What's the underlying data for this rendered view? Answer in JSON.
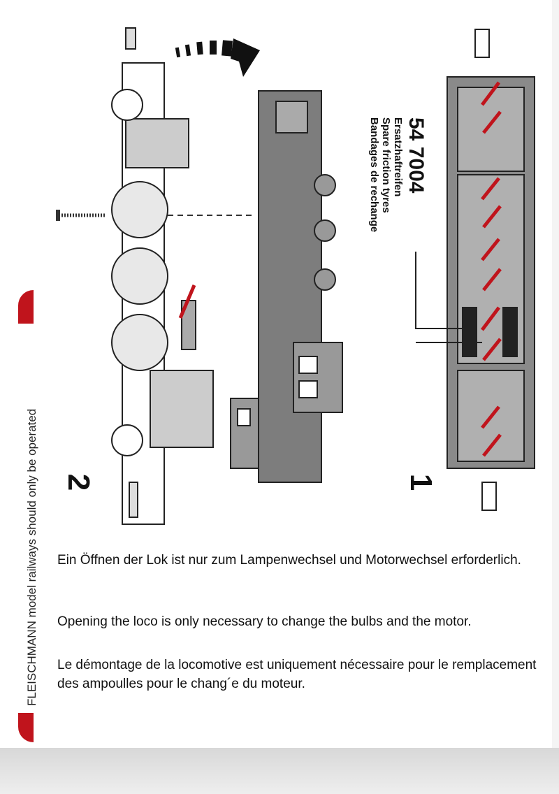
{
  "side_text": {
    "main": "FLEISCHMANN model railways should only be operated"
  },
  "part": {
    "number": "54 7004",
    "labels": [
      "Ersatzhaftreifen",
      "Spare friction tyres",
      "Bandages de rechange"
    ]
  },
  "figures": {
    "fig1": "1",
    "fig2": "2"
  },
  "paragraphs": [
    "Ein Öffnen der Lok ist nur zum Lampenwechsel und Motorwechsel erforderlich.",
    "Opening the loco is only necessary to change the bulbs and the motor.",
    "Le démontage de la locomotive est uniquement nécessaire pour le remplacement des ampoulles pour le chang´e du moteur."
  ],
  "colors": {
    "accent": "#c0141c",
    "drawing_gray": "#8a8a8a"
  }
}
